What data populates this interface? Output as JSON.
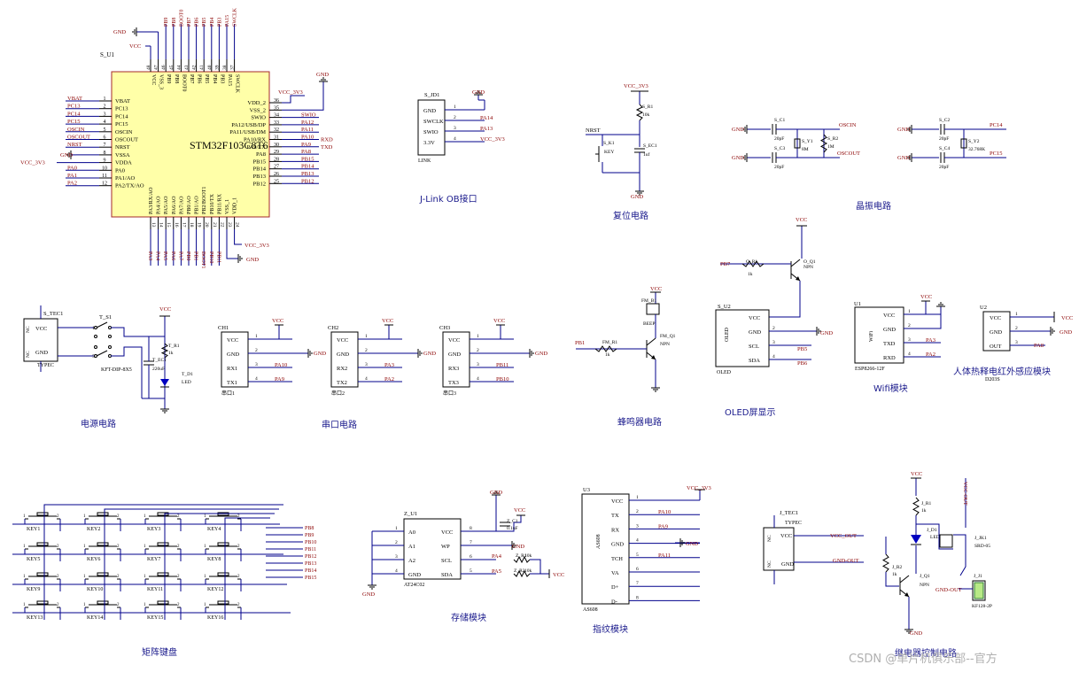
{
  "mcu": {
    "ref": "S_U1",
    "name": "STM32F103C8T6",
    "left_pins": [
      {
        "n": "1",
        "name": "VBAT",
        "net": "VBAT"
      },
      {
        "n": "2",
        "name": "PC13",
        "net": "PC13"
      },
      {
        "n": "3",
        "name": "PC14",
        "net": "PC14"
      },
      {
        "n": "4",
        "name": "PC15",
        "net": "PC15"
      },
      {
        "n": "5",
        "name": "OSCIN",
        "net": "OSCIN"
      },
      {
        "n": "6",
        "name": "OSCOUT",
        "net": "OSCOUT"
      },
      {
        "n": "7",
        "name": "NRST",
        "net": "NRST"
      },
      {
        "n": "8",
        "name": "VSSA",
        "net": "GND"
      },
      {
        "n": "9",
        "name": "VDDA",
        "net": "VCC_3V3"
      },
      {
        "n": "10",
        "name": "PA0",
        "net": "PA0"
      },
      {
        "n": "11",
        "name": "PA1/AO",
        "net": "PA1"
      },
      {
        "n": "12",
        "name": "PA2/TX/AO",
        "net": "PA2"
      }
    ],
    "right_pins": [
      {
        "n": "36",
        "name": "VDD_2",
        "net": "VCC_3V3"
      },
      {
        "n": "35",
        "name": "VSS_2",
        "net": ""
      },
      {
        "n": "34",
        "name": "SWIO",
        "net": "SWIO"
      },
      {
        "n": "33",
        "name": "PA12/USB/DP",
        "net": "PA12"
      },
      {
        "n": "32",
        "name": "PA11/USB/DM",
        "net": "PA11"
      },
      {
        "n": "31",
        "name": "PA10/RX",
        "net": "PA10",
        "extra": "RXD"
      },
      {
        "n": "30",
        "name": "PA9/TX",
        "net": "PA9",
        "extra": "TXD"
      },
      {
        "n": "29",
        "name": "PA8",
        "net": "PA8"
      },
      {
        "n": "28",
        "name": "PB15",
        "net": "PB15"
      },
      {
        "n": "27",
        "name": "PB14",
        "net": "PB14"
      },
      {
        "n": "26",
        "name": "PB13",
        "net": "PB13"
      },
      {
        "n": "25",
        "name": "PB12",
        "net": "PB12"
      }
    ],
    "top_pins": [
      "VCC",
      "VSS_3",
      "PB9",
      "PB8",
      "BOOT0",
      "PB7",
      "PB6",
      "PB5",
      "PB4",
      "PB3",
      "PA15",
      "SWCLK"
    ],
    "top_nums": [
      "48",
      "47",
      "46",
      "45",
      "44",
      "43",
      "42",
      "41",
      "40",
      "39",
      "38",
      "37"
    ],
    "top_nets": [
      "PB9",
      "PB8",
      "BOOT0",
      "PB7",
      "PB6",
      "PB5",
      "PB4",
      "PB3",
      "PA15",
      "SWCLK"
    ],
    "bottom_pins": [
      "PA3/RX/AO",
      "PA4/AO",
      "PA5/AO",
      "PA6/AO",
      "PA7/AO",
      "PB0/AO",
      "PB1/AO",
      "PB2/BOOT1",
      "PB10/TX",
      "PB11/RX",
      "VSS_1",
      "VDD_1"
    ],
    "bottom_nums": [
      "13",
      "14",
      "15",
      "16",
      "17",
      "18",
      "19",
      "20",
      "21",
      "22",
      "23",
      "24"
    ],
    "bottom_nets": [
      "PA3",
      "PA4",
      "PA5",
      "PA6",
      "PA7",
      "PB0",
      "PB1",
      "BOOT1",
      "PB10",
      "PB11"
    ]
  },
  "nets": {
    "gnd": "GND",
    "vcc": "VCC",
    "vcc33": "VCC_3V3",
    "gnd_arrow": "GND",
    "vcc_out": "VCC_OUT",
    "vcc_dash_out": "VCC-OUT",
    "gnd_out": "GND-OUT",
    "gnd_out_label": "GND-OUT"
  },
  "jlink": {
    "ref": "S_JD1",
    "pins": [
      "GND",
      "SWCLK",
      "SWIO",
      "3.3V"
    ],
    "nums": [
      "1",
      "2",
      "3",
      "4"
    ],
    "nets": [
      "",
      "PA14",
      "PA13",
      "VCC_3V3"
    ],
    "footer": "LINK",
    "title": "J-Link OB接口"
  },
  "reset": {
    "res_ref": "S_R1",
    "res_val": "10k",
    "btn_ref": "S_K1",
    "btn_val": "KEY",
    "cap_ref": "S_EC1",
    "cap_val": "1uf",
    "net": "NRST",
    "title": "复位电路"
  },
  "crystal": {
    "c1": "S_C1",
    "c3": "S_C3",
    "c2": "S_C2",
    "c4": "S_C4",
    "cval": "20pF",
    "y1": "S_Y1",
    "y1val": "8M",
    "r2": "S_R2",
    "r2val": "1M",
    "y2": "S_Y2",
    "y2val": "32.768K",
    "oscin": "OSCIN",
    "oscout": "OSCOUT",
    "pc14": "PC14",
    "pc15": "PC15",
    "title": "晶振电路"
  },
  "power": {
    "ref": "S_TEC1",
    "footer": "TYPEC",
    "pins": [
      "VCC",
      "GND"
    ],
    "side": "NC",
    "sw_ref": "T_S1",
    "sw_val": "KFT-DIP-8X5",
    "cap_ref": "T_EC1",
    "cap_val": "220uF",
    "r_ref": "T_R1",
    "r_val": "1k",
    "led_ref": "T_D1",
    "led_val": "LED",
    "title": "电源电路"
  },
  "serial": [
    {
      "ref": "CH1",
      "pins": [
        "VCC",
        "GND",
        "RX1",
        "TX1"
      ],
      "nets": [
        "",
        "",
        "PA10",
        "PA9"
      ],
      "foot": "串口1"
    },
    {
      "ref": "CH2",
      "pins": [
        "VCC",
        "GND",
        "RX2",
        "TX2"
      ],
      "nets": [
        "",
        "",
        "PA3",
        "PA2"
      ],
      "foot": "串口2"
    },
    {
      "ref": "CH3",
      "pins": [
        "VCC",
        "GND",
        "RX3",
        "TX3"
      ],
      "nets": [
        "",
        "",
        "PB11",
        "PB10"
      ],
      "foot": "串口3"
    }
  ],
  "serial_title": "串口电路",
  "pin_nums": [
    "1",
    "2",
    "3",
    "4",
    "5",
    "6",
    "7",
    "8"
  ],
  "buzzer": {
    "bz_ref": "FM_B1",
    "bz_val": "BEEP",
    "q_ref": "FM_Q1",
    "q_val": "NPN",
    "r_ref": "FM_R1",
    "r_val": "1k",
    "net": "PB1",
    "title": "蜂鸣器电路"
  },
  "oled": {
    "ref": "S_U2",
    "name": "OLED",
    "pins": [
      "VCC",
      "GND",
      "SCL",
      "SDA"
    ],
    "nets": [
      "",
      "",
      "PB5",
      "PB6"
    ],
    "q_ref": "O_Q1",
    "q_val": "NPN",
    "r_ref": "O_R1",
    "r_val": "1k",
    "net": "PB7",
    "title": "OLED屏显示"
  },
  "wifi": {
    "ref": "U1",
    "name": "WiFi",
    "footer": "ESP8266-12F",
    "pins": [
      "VCC",
      "GND",
      "TXD",
      "RXD"
    ],
    "nets": [
      "",
      "",
      "PA3",
      "PA2"
    ],
    "title": "Wifi模块"
  },
  "pir": {
    "ref": "U2",
    "footer": "D203S",
    "pins": [
      "VCC",
      "GND",
      "OUT"
    ],
    "net": "PA8",
    "title": "人体热释电红外感应模块"
  },
  "keypad": {
    "keys": [
      "KEY1",
      "KEY2",
      "KEY3",
      "KEY4",
      "KEY5",
      "KEY6",
      "KEY7",
      "KEY8",
      "KEY9",
      "KEY10",
      "KEY11",
      "KEY12",
      "KEY13",
      "KEY14",
      "KEY15",
      "KEY16"
    ],
    "nets": [
      "PB8",
      "PB9",
      "PB10",
      "PB11",
      "PB12",
      "PB13",
      "PB14",
      "PB15"
    ],
    "title": "矩阵键盘"
  },
  "eeprom": {
    "ref": "Z_U1",
    "name": "AT24C02",
    "left": [
      "A0",
      "A1",
      "A2",
      "GND"
    ],
    "right": [
      "VCC",
      "WP",
      "SCL",
      "SDA"
    ],
    "left_nums": [
      "1",
      "2",
      "3",
      "4"
    ],
    "right_nums": [
      "8",
      "7",
      "6",
      "5"
    ],
    "c_ref": "Z_C1",
    "c_val": "0.1uF",
    "r1": "Z_R1",
    "r2": "Z_R2",
    "rval": "10k",
    "nets": [
      "PA4",
      "PA5"
    ],
    "title": "存储模块"
  },
  "finger": {
    "ref": "U3",
    "name": "AS608",
    "pins": [
      "VCC",
      "TX",
      "RX",
      "GND",
      "TCH",
      "VA",
      "D+",
      "D-"
    ],
    "nets": [
      "VCC_3V3",
      "PA10",
      "PA9",
      "",
      "PA11",
      "",
      "",
      ""
    ],
    "title": "指纹模块"
  },
  "relay": {
    "tec_ref": "J_TEC1",
    "tec_foot": "TYPEC",
    "r1": "J_R1",
    "r1val": "1k",
    "r2": "J_R2",
    "r2val": "1k",
    "led": "J_D1",
    "led_val": "LED",
    "q": "J_Q1",
    "q_val": "NPN",
    "jk": "J_JK1",
    "jk_val": "SRD-05",
    "j1": "J_J1",
    "j1_val": "KF128-2P",
    "title": "继电器控制电路"
  },
  "watermark": "CSDN @单片机俱乐部--官方"
}
